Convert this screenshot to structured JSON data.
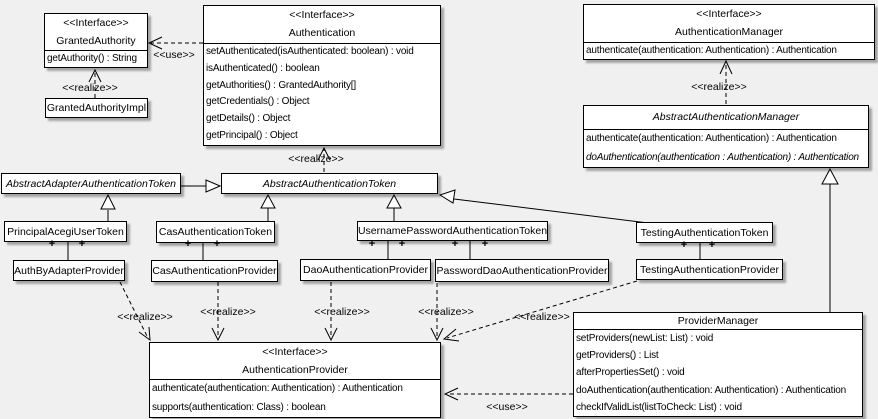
{
  "labels": {
    "use": "<<use>>",
    "realize": "<<realize>>",
    "plus": "+"
  },
  "boxes": {
    "granted_authority": {
      "stereotype": "<<Interface>>",
      "name": "GrantedAuthority",
      "methods": [
        "getAuthority() : String"
      ]
    },
    "granted_authority_impl": {
      "name": "GrantedAuthorityImpl"
    },
    "authentication": {
      "stereotype": "<<Interface>>",
      "name": "Authentication",
      "methods": [
        "setAuthenticated(isAuthenticated: boolean) : void",
        "isAuthenticated() : boolean",
        "getAuthorities() : GrantedAuthority[]",
        "getCredentials() : Object",
        "getDetails() : Object",
        "getPrincipal() : Object"
      ]
    },
    "authentication_manager": {
      "stereotype": "<<Interface>>",
      "name": "AuthenticationManager",
      "methods": [
        "authenticate(authentication: Authentication) : Authentication"
      ]
    },
    "abstract_authentication_manager": {
      "name": "AbstractAuthenticationManager",
      "methods": [
        "authenticate(authentication: Authentication) : Authentication",
        "doAuthentication(authentication : Authentication) : Authentication"
      ]
    },
    "abstract_adapter_authentication_token": {
      "name": "AbstractAdapterAuthenticationToken"
    },
    "abstract_authentication_token": {
      "name": "AbstractAuthenticationToken"
    },
    "principal_acegi_user_token": {
      "name": "PrincipalAcegiUserToken"
    },
    "cas_authentication_token": {
      "name": "CasAuthenticationToken"
    },
    "username_password_authentication_token": {
      "name": "UsernamePasswordAuthenticationToken"
    },
    "testing_authentication_token": {
      "name": "TestingAuthenticationToken"
    },
    "auth_by_adapter_provider": {
      "name": "AuthByAdapterProvider"
    },
    "cas_authentication_provider": {
      "name": "CasAuthenticationProvider"
    },
    "dao_authentication_provider": {
      "name": "DaoAuthenticationProvider"
    },
    "password_dao_authentication_provider": {
      "name": "PasswordDaoAuthenticationProvider"
    },
    "testing_authentication_provider": {
      "name": "TestingAuthenticationProvider"
    },
    "authentication_provider": {
      "stereotype": "<<Interface>>",
      "name": "AuthenticationProvider",
      "methods": [
        "authenticate(authentication: Authentication) : Authentication",
        "supports(authentication: Class) : boolean"
      ]
    },
    "provider_manager": {
      "name": "ProviderManager",
      "methods": [
        "setProviders(newList: List) : void",
        "getProviders() : List",
        "afterPropertiesSet() : void",
        "doAuthentication(authentication: Authentication) : Authentication",
        "checkIfValidList(listToCheck: List) : void"
      ]
    }
  },
  "colors": {
    "background": "#f0f0f0",
    "box_fill": "#ffffff",
    "line": "#000000"
  }
}
